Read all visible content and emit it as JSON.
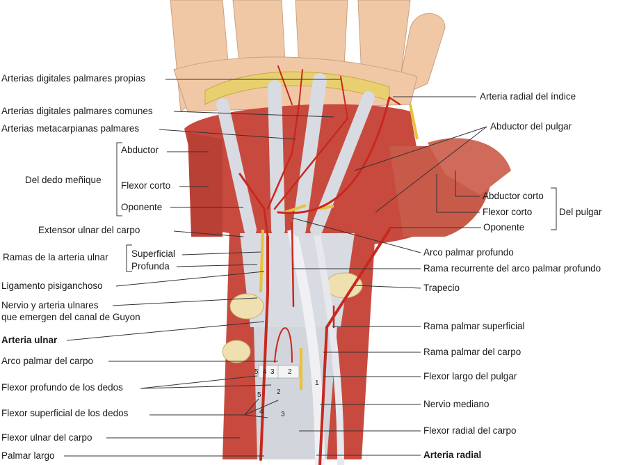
{
  "colors": {
    "skin": "#f1c8a6",
    "muscle": "#c84a3e",
    "tendon": "#dcdde2",
    "artery": "#c8281e",
    "nerve": "#e8c23a",
    "bone": "#efe0b0"
  },
  "labels_left": {
    "propias": "Arterias digitales palmares propias",
    "comunes": "Arterias digitales palmares comunes",
    "metacarpianas": "Arterias metacarpianas palmares",
    "abductor": "Abductor",
    "menique": "Del dedo meñique",
    "flexor_corto": "Flexor corto",
    "oponente": "Oponente",
    "extensor_ulnar": "Extensor ulnar del carpo",
    "ramas_ulnar": "Ramas de la arteria ulnar",
    "superficial": "Superficial",
    "profunda": "Profunda",
    "pisiganchoso": "Ligamento pisiganchoso",
    "nervio_arteria_1": "Nervio y arteria ulnares",
    "nervio_arteria_2": "que emergen del canal de Guyon",
    "arteria_ulnar": "Arteria ulnar",
    "arco_carpo": "Arco palmar del carpo",
    "flexor_profundo": "Flexor profundo de los dedos",
    "flexor_superficial": "Flexor superficial de los dedos",
    "flexor_ulnar": "Flexor ulnar del carpo",
    "palmar_largo": "Palmar largo"
  },
  "labels_right": {
    "radial_indice": "Arteria radial del índice",
    "abductor_pulgar": "Abductor del pulgar",
    "abductor_corto": "Abductor corto",
    "flexor_corto": "Flexor corto",
    "pulgar": "Del pulgar",
    "oponente": "Oponente",
    "arco_profundo": "Arco palmar profundo",
    "rama_recurrente": "Rama recurrente del arco palmar profundo",
    "trapecio": "Trapecio",
    "rama_superficial": "Rama palmar superficial",
    "rama_carpo": "Rama palmar del carpo",
    "flexor_largo_pulgar": "Flexor largo del pulgar",
    "nervio_mediano": "Nervio mediano",
    "flexor_radial": "Flexor radial del carpo",
    "arteria_radial": "Arteria radial"
  },
  "tendon_numbers": {
    "n5a": "5",
    "n4a": "4",
    "n3a": "3",
    "n2a": "2",
    "n2b": "2",
    "n5b": "5",
    "n4b": "4",
    "n3b": "3",
    "n1": "1"
  }
}
